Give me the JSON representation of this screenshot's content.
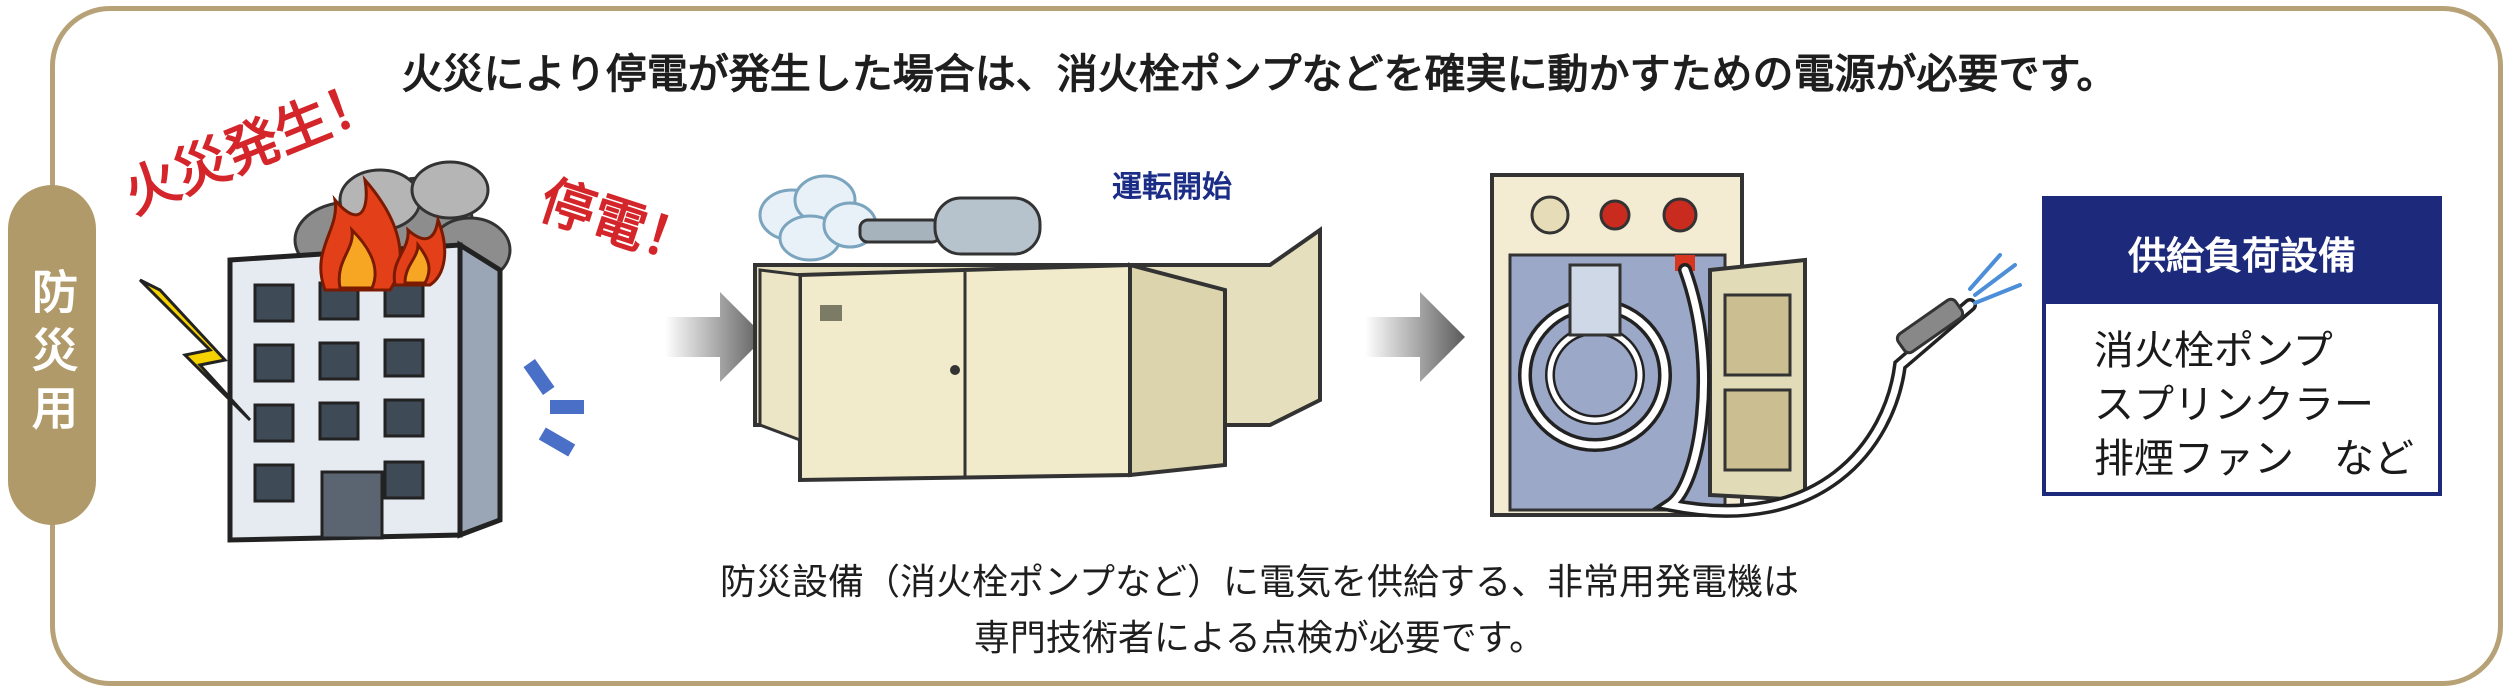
{
  "side_tab": {
    "label": "防災用"
  },
  "headline": "火災により停電が発生した場合は、消火栓ポンプなどを確実に動かすための電源が必要です。",
  "scene": {
    "fire_label": "火災発生！",
    "outage_label": "停電！",
    "generator_label": "運転開始"
  },
  "load_box": {
    "title": "供給負荷設備",
    "items": [
      "消火栓ポンプ",
      "スプリンクラー",
      "排煙ファン　など"
    ]
  },
  "caption": {
    "line1": "防災設備（消火栓ポンプなど）に電気を供給する、非常用発電機は",
    "line2": "専門技術者による点検が必要です。"
  },
  "colors": {
    "frame": "#b7a277",
    "side_tab": "#b19a6a",
    "accent_red": "#d4262a",
    "navy": "#1d2a7c",
    "generator_body": "#f1ebcb"
  },
  "icons": [
    "lightning-icon",
    "fire-icon",
    "smoke-icon",
    "arrow-right-icon",
    "spark-icon"
  ]
}
